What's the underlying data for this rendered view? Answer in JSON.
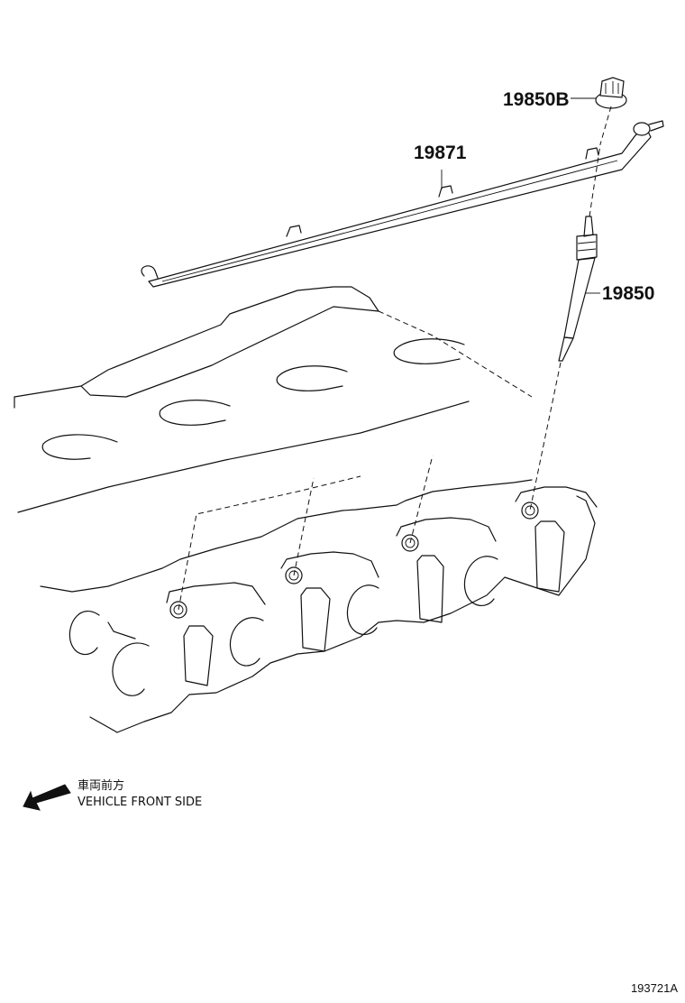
{
  "diagram": {
    "callouts": {
      "glow_plug_connector": "19850B",
      "connector_bar": "19871",
      "glow_plug": "19850"
    },
    "direction_note": {
      "japanese": "車両前方",
      "english": "VEHICLE FRONT SIDE"
    },
    "figure_number": "193721A"
  }
}
